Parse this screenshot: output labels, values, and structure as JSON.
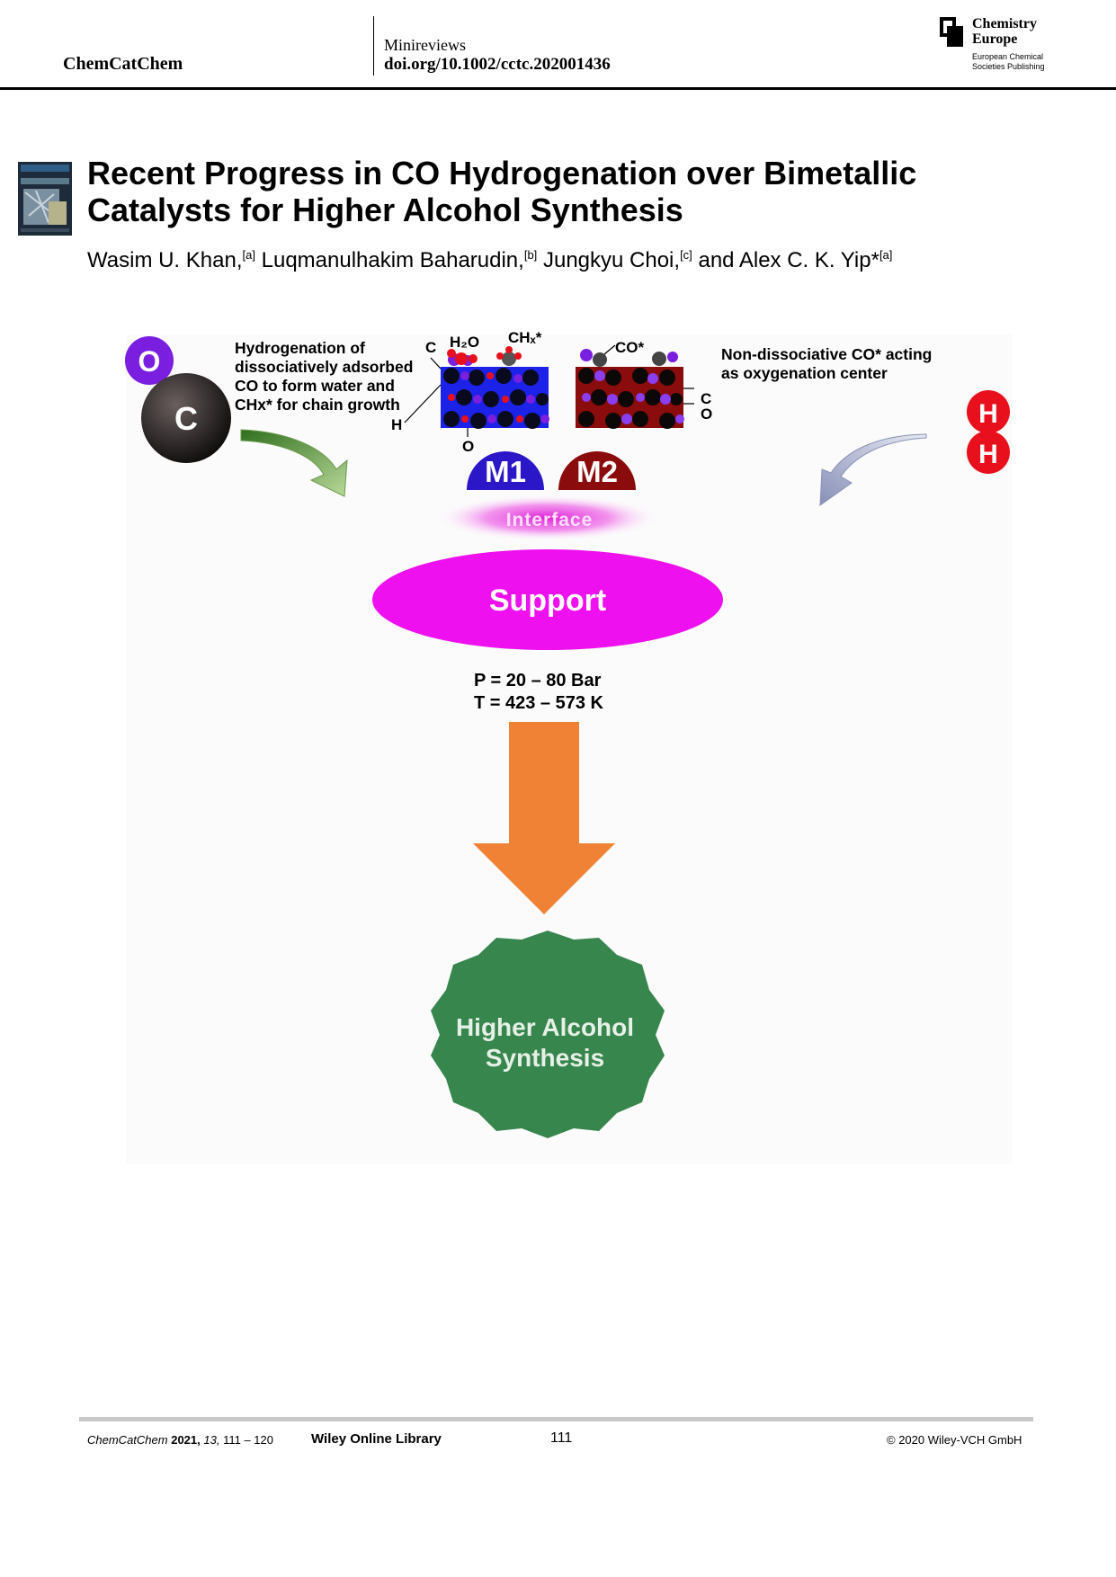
{
  "header": {
    "journal": "ChemCatChem",
    "section": "Minireviews",
    "doi": "doi.org/10.1002/cctc.202001436",
    "publisher_line1": "Chemistry",
    "publisher_line2": "Europe",
    "publisher_sub1": "European Chemical",
    "publisher_sub2": "Societies Publishing"
  },
  "title": {
    "line1": "Recent Progress in CO Hydrogenation over Bimetallic",
    "line2": "Catalysts for Higher Alcohol Synthesis"
  },
  "authors": [
    {
      "name": "Wasim U. Khan,",
      "aff": "[a]"
    },
    {
      "name": "Luqmanulhakim Baharudin,",
      "aff": "[b]"
    },
    {
      "name": "Jungkyu Choi,",
      "aff": "[c]"
    },
    {
      "name": "and Alex C. K. Yip*",
      "aff": "[a]"
    }
  ],
  "figure": {
    "atom_o": "O",
    "atom_c": "C",
    "atom_h": "H",
    "left_text": [
      "Hydrogenation of",
      "dissociatively adsorbed",
      "CO to form water and",
      "CHx* for chain growth"
    ],
    "right_text": [
      "Non-dissociative CO* acting",
      "as oxygenation center"
    ],
    "lbl_c": "C",
    "lbl_h": "H",
    "lbl_o": "O",
    "lbl_h2o": "H₂O",
    "lbl_chx": "CHₓ*",
    "lbl_co_star": "CO*",
    "lbl_c2": "C",
    "lbl_o2": "O",
    "m1": "M1",
    "m2": "M2",
    "interface": "Interface",
    "support": "Support",
    "pressure": "P = 20 – 80 Bar",
    "temperature": "T = 423 – 573 K",
    "product_line1": "Higher Alcohol",
    "product_line2": "Synthesis",
    "colors": {
      "support": "#ee10ee",
      "m1": "#2b16c8",
      "m2": "#8b0c0c",
      "arrow": "#ef8234",
      "product": "#36864d",
      "h_atom": "#e8101c",
      "o_atom": "#7a1ee0"
    }
  },
  "footer": {
    "citation_journal": "ChemCatChem",
    "citation_year": "2021,",
    "citation_vol": "13,",
    "citation_pages": "111 – 120",
    "library": "Wiley Online Library",
    "page": "111",
    "copyright": "© 2020 Wiley-VCH GmbH"
  }
}
